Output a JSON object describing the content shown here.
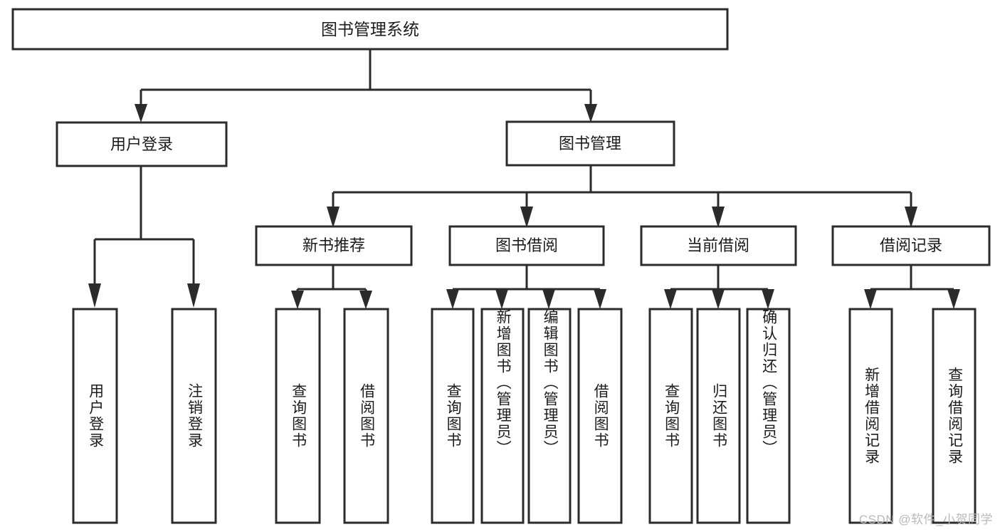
{
  "diagram": {
    "type": "tree",
    "title": "图书管理系统",
    "orientation": "top-down",
    "theme": {
      "background": "#ffffff",
      "node_fill": "#ffffff",
      "node_stroke": "#2b2b2b",
      "text_color": "#1c1c1c",
      "watermark_color": "#b9b9b9"
    },
    "root": {
      "label": "图书管理系统"
    },
    "level1": [
      {
        "label": "用户登录"
      },
      {
        "label": "图书管理"
      }
    ],
    "level2": [
      {
        "label": "新书推荐"
      },
      {
        "label": "图书借阅"
      },
      {
        "label": "当前借阅"
      },
      {
        "label": "借阅记录"
      }
    ],
    "leaves": {
      "user_login": [
        {
          "label": "用户登录"
        },
        {
          "label": "注销登录"
        }
      ],
      "new_book_recommend": [
        {
          "label": "查询图书"
        },
        {
          "label": "借阅图书"
        }
      ],
      "book_borrow": [
        {
          "label": "查询图书"
        },
        {
          "label": "新增图书（管理员）"
        },
        {
          "label": "编辑图书（管理员）"
        },
        {
          "label": "借阅图书"
        }
      ],
      "current_borrow": [
        {
          "label": "查询图书"
        },
        {
          "label": "归还图书"
        },
        {
          "label": "确认归还（管理员）"
        }
      ],
      "borrow_record": [
        {
          "label": "新增借阅记录"
        },
        {
          "label": "查询借阅记录"
        }
      ]
    },
    "watermark": "CSDN @软件_小贺同学"
  }
}
